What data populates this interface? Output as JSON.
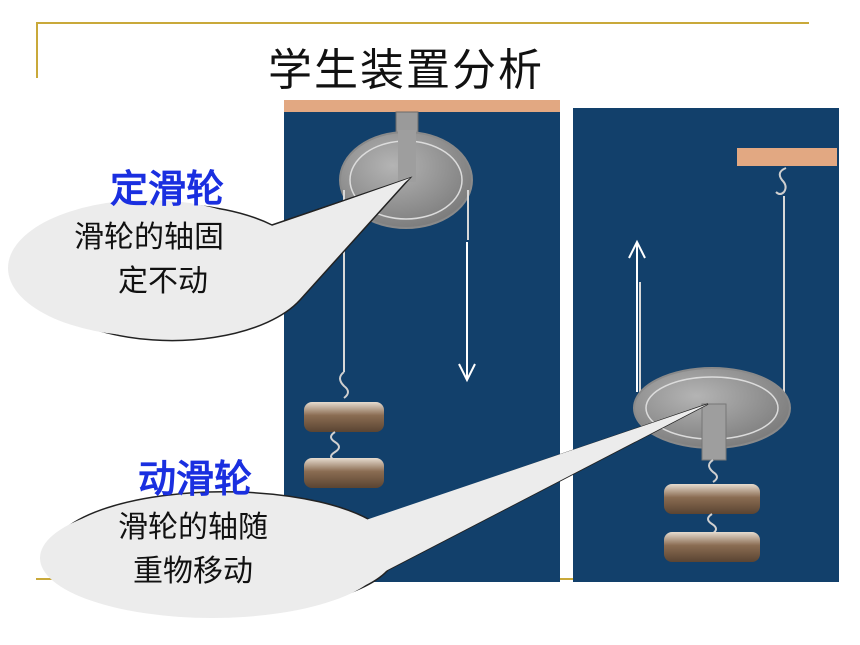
{
  "slide": {
    "title": "学生装置分析",
    "fixed_pulley": {
      "label": "定滑轮",
      "bubble_line1": "滑轮的轴固",
      "bubble_line2": "定不动"
    },
    "movable_pulley": {
      "label": "动滑轮",
      "bubble_line1": "滑轮的轴随",
      "bubble_line2": "重物移动"
    }
  },
  "colors": {
    "panel_blue": "#12406b",
    "beam_wood": "#e2a882",
    "label_blue": "#1a2fe0",
    "frame_gold": "#c9a93a",
    "bubble_fill": "#ececec"
  }
}
